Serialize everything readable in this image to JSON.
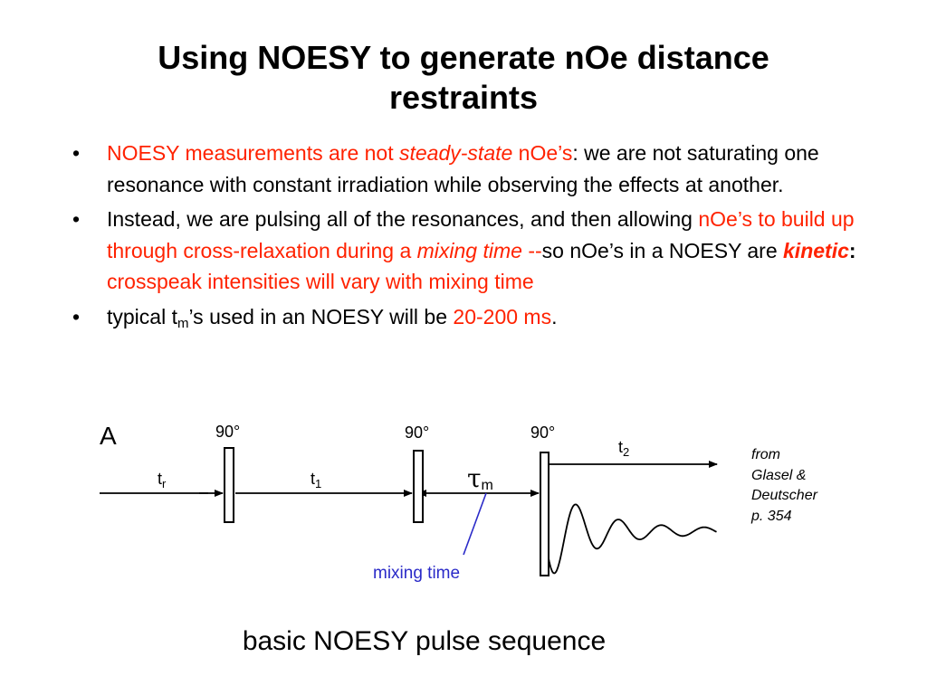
{
  "slide": {
    "title_line1": "Using NOESY to generate nOe distance",
    "title_line2": "restraints",
    "bullet_symbol": "•",
    "bullet1": {
      "part1": "NOESY measurements are not ",
      "part2": "steady-state",
      "part3": " nOe’s",
      "part4": ": we are not saturating one resonance with constant irradiation while observing the effects at another."
    },
    "bullet2": {
      "part1": "Instead, we are pulsing all of the resonances, and then allowing ",
      "part2": "nOe’s to build up through cross-relaxation during a ",
      "part3": "mixing time",
      "part4": " --",
      "part5": "so nOe’s in a NOESY are ",
      "part6": "kinetic",
      "part7": ":",
      "part8": " crosspeak intensities will vary with mixing time"
    },
    "bullet3": {
      "part1": "typical t",
      "part2": "m",
      "part3": "’s used in an NOESY will be ",
      "part4": "20-200 ms",
      "part5": "."
    },
    "credit": [
      "from",
      "Glasel &",
      "Deutscher",
      "p. 354"
    ],
    "mixing_label": "mixing time",
    "caption": "basic NOESY pulse sequence"
  },
  "diagram": {
    "panel_letter": "A",
    "pulse_labels": [
      "90°",
      "90°",
      "90°"
    ],
    "t_r": "t",
    "t_r_sub": "r",
    "t_1": "t",
    "t_1_sub": "1",
    "tau": "τ",
    "tau_sub": "m",
    "t_2": "t",
    "t_2_sub": "2"
  },
  "colors": {
    "accent_red": "#ff2200",
    "annotation_blue": "#2a2ac8"
  }
}
